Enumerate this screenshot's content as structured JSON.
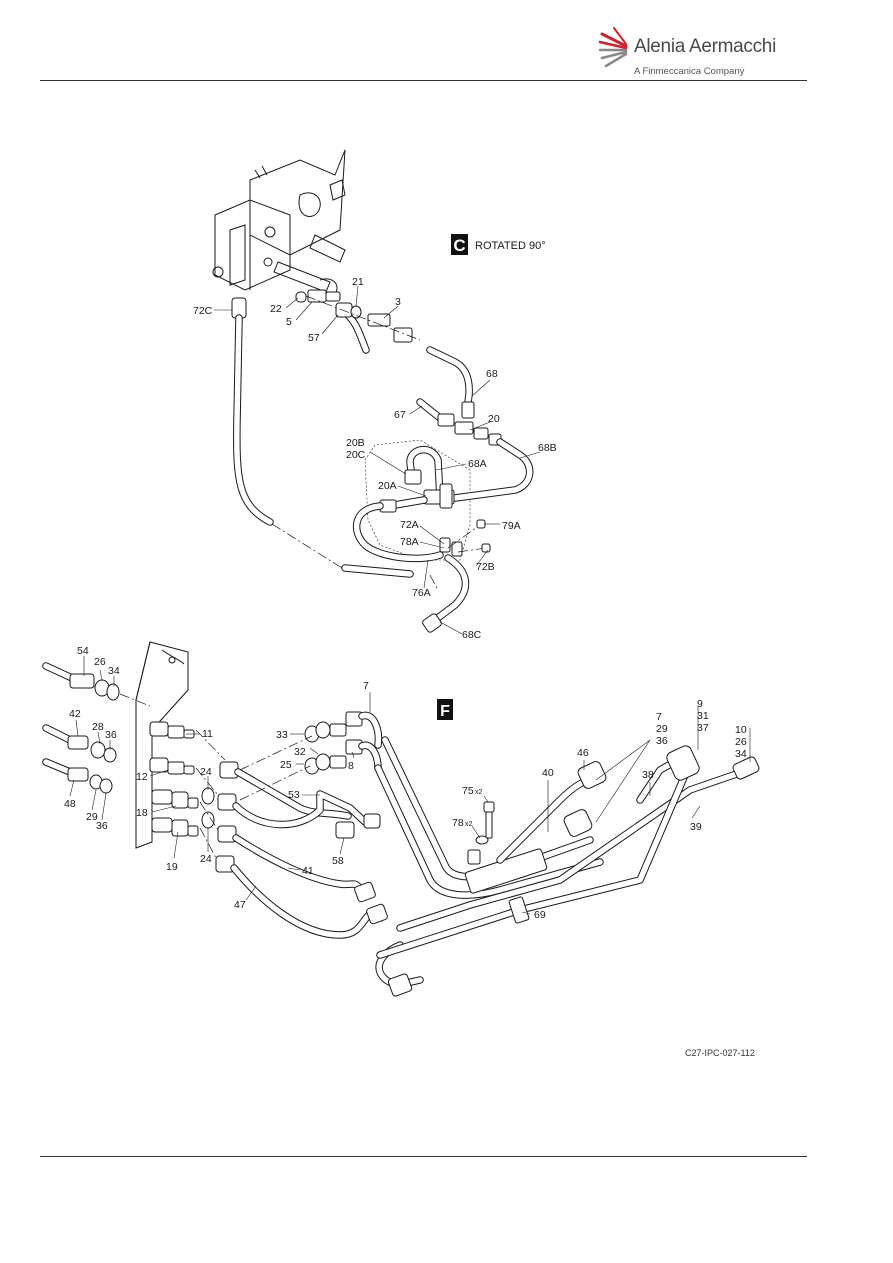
{
  "header": {
    "brand_name": "Alenia Aermacchi",
    "brand_tagline": "A Finmeccanica Company",
    "logo_color": "#d0222e"
  },
  "view_c": {
    "badge": "C",
    "caption": "ROTATED 90°",
    "callouts": [
      "72C",
      "22",
      "5",
      "57",
      "21",
      "3",
      "68",
      "67",
      "20",
      "68B",
      "20B",
      "20C",
      "68A",
      "20A",
      "72A",
      "78A",
      "79A",
      "72B",
      "76A",
      "68C"
    ]
  },
  "view_f": {
    "badge": "F",
    "callouts": [
      "54",
      "26",
      "34",
      "42",
      "28",
      "36",
      "48",
      "29",
      "36",
      "11",
      "12",
      "18",
      "19",
      "24",
      "24",
      "33",
      "32",
      "25",
      "8",
      "7",
      "53",
      "58",
      "41",
      "47",
      "75",
      "x2",
      "78",
      "x2",
      "69",
      "40",
      "46",
      "7",
      "29",
      "36",
      "9",
      "31",
      "37",
      "38",
      "39",
      "10",
      "26",
      "34"
    ]
  },
  "figure_ref": "C27-IPC-027-112"
}
